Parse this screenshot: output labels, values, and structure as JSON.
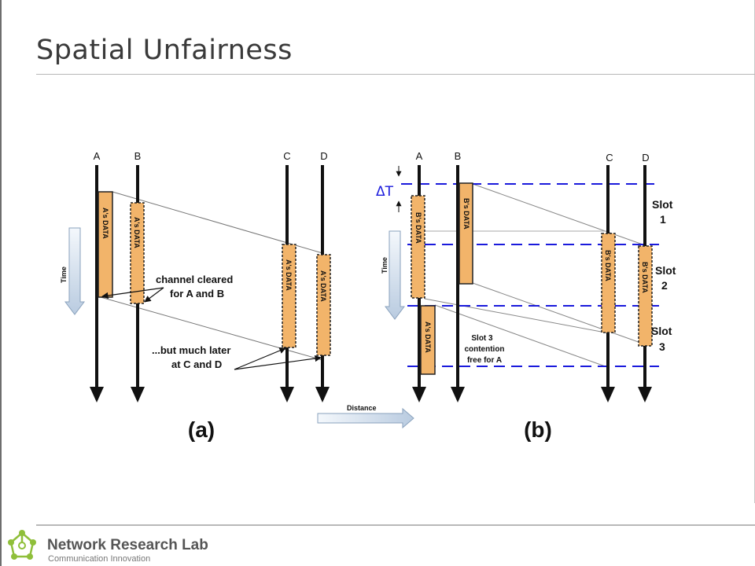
{
  "slide": {
    "title": "Spatial Unfairness"
  },
  "diagram_a": {
    "node_labels": [
      "A",
      "B",
      "C",
      "D"
    ],
    "time_label": "Time",
    "data_block_label": "A's DATA",
    "callout_1_line1": "channel cleared",
    "callout_1_line2": "for A and B",
    "callout_2_line1": "...but much later",
    "callout_2_line2": "at C and D",
    "caption": "(a)"
  },
  "distance_label": "Distance",
  "diagram_b": {
    "node_labels": [
      "A",
      "B",
      "C",
      "D"
    ],
    "time_label": "Time",
    "delta_label": "ΔT",
    "b_data_label": "B's DATA",
    "a_data_label": "A's DATA",
    "slot_word": "Slot",
    "slot_numbers": [
      "1",
      "2",
      "3"
    ],
    "note_line1": "Slot 3",
    "note_line2": "contention",
    "note_line3": "free for A",
    "caption": "(b)"
  },
  "footer": {
    "org_name": "Network Research Lab",
    "tagline": "Communication Innovation"
  },
  "colors": {
    "data_fill": "#f2b46a",
    "slot_line": "#1a1adc",
    "axis": "#111111",
    "title": "#3a3a3a"
  }
}
